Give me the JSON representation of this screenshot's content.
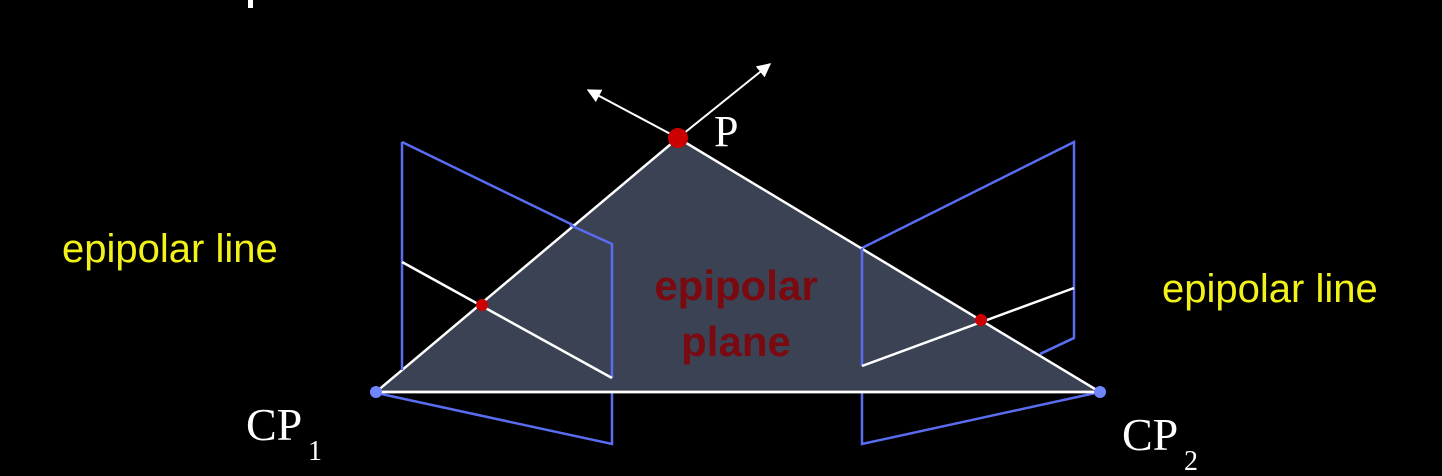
{
  "labels": {
    "point": "P",
    "camera_left_main": "CP",
    "camera_left_sub": "1",
    "camera_right_main": "CP",
    "camera_right_sub": "2",
    "plane_line1": "epipolar",
    "plane_line2": "plane",
    "epipolar_line_left": "epipolar line",
    "epipolar_line_right": "epipolar line"
  },
  "colors": {
    "background": "#000000",
    "plane_fill": "#3a4254",
    "image_plane_edge": "#5a6cf0",
    "line": "#ffffff",
    "point": "#cc0000",
    "camera_center": "#6f86ff",
    "plane_text": "#7a0a10",
    "epipolar_line_text": "#f2f21a",
    "label_text": "#ffffff"
  }
}
